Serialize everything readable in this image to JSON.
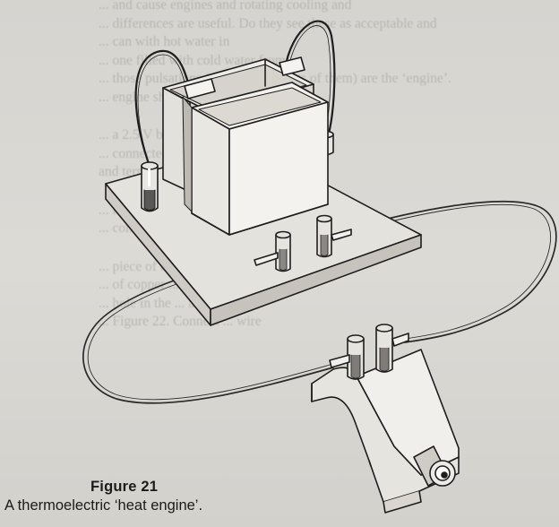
{
  "figure": {
    "label": "Figure 21",
    "caption": "A thermoelectric ‘heat engine’."
  },
  "background_text": [
    {
      "text": "... and cause engines and rotating cooling and",
      "kind": "line"
    },
    {
      "text": "... differences are useful. Do they see these as acceptable and",
      "kind": "line"
    },
    {
      "text": "... can with hot water in",
      "kind": "line"
    },
    {
      "text": "... one filled with cold water from",
      "kind": "line"
    },
    {
      "text": "... those pulsations (overlapping parts of them) are the ‘engine’.",
      "kind": "line"
    },
    {
      "text": "... engine should (2.0 ‘knob’ carefully)",
      "kind": "line"
    },
    {
      "text": "",
      "kind": "gap"
    },
    {
      "text": "... a 2.5 V bulb",
      "kind": "line"
    },
    {
      "text": "... connected to ... both",
      "kind": "line"
    },
    {
      "text": "and terminal ...",
      "kind": "line"
    },
    {
      "text": "",
      "kind": "gap"
    },
    {
      "text": "... most frequently found",
      "kind": "line"
    },
    {
      "text": "... connected to the top",
      "kind": "line"
    },
    {
      "text": "",
      "kind": "gap"
    },
    {
      "text": "... piece of constantan",
      "kind": "line"
    },
    {
      "text": "... of copper ... junction",
      "kind": "line"
    },
    {
      "text": "... hole in the ... and",
      "kind": "line"
    },
    {
      "text": "... Figure 22. Connect ... wire",
      "kind": "line"
    }
  ]
}
